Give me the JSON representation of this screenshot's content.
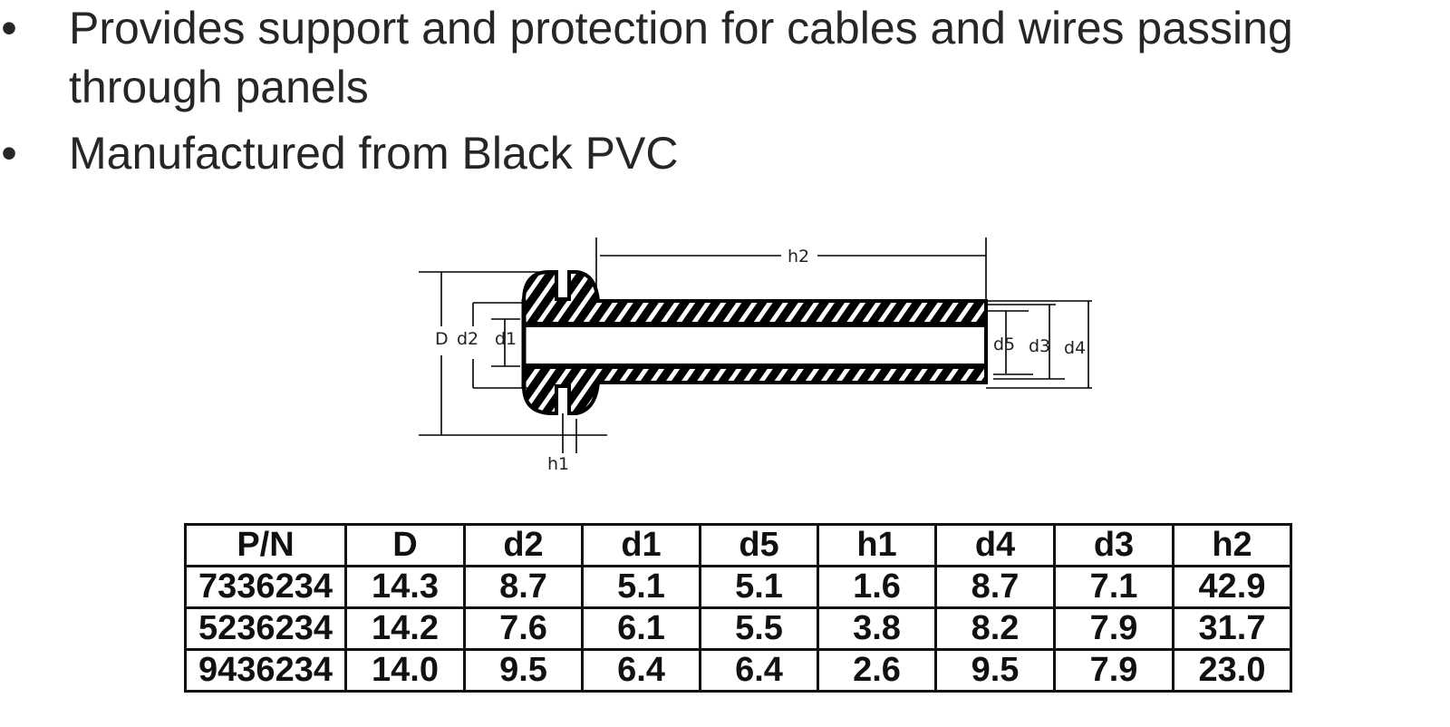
{
  "bullets": [
    {
      "marker": "•",
      "lines": [
        "Provides support and protection for cables and wires passing",
        "through panels"
      ]
    },
    {
      "marker": "•",
      "lines": [
        "Manufactured from Black PVC"
      ]
    }
  ],
  "diagram": {
    "labels": {
      "D": "D",
      "d2": "d2",
      "d1": "d1",
      "h1": "h1",
      "h2": "h2",
      "d5": "d5",
      "d3": "d3",
      "d4": "d4"
    }
  },
  "table": {
    "headers": [
      "P/N",
      "D",
      "d2",
      "d1",
      "d5",
      "h1",
      "d4",
      "d3",
      "h2"
    ],
    "rows": [
      [
        "7336234",
        "14.3",
        "8.7",
        "5.1",
        "5.1",
        "1.6",
        "8.7",
        "7.1",
        "42.9"
      ],
      [
        "5236234",
        "14.2",
        "7.6",
        "6.1",
        "5.5",
        "3.8",
        "8.2",
        "7.9",
        "31.7"
      ],
      [
        "9436234",
        "14.0",
        "9.5",
        "6.4",
        "6.4",
        "2.6",
        "9.5",
        "7.9",
        "23.0"
      ]
    ]
  }
}
